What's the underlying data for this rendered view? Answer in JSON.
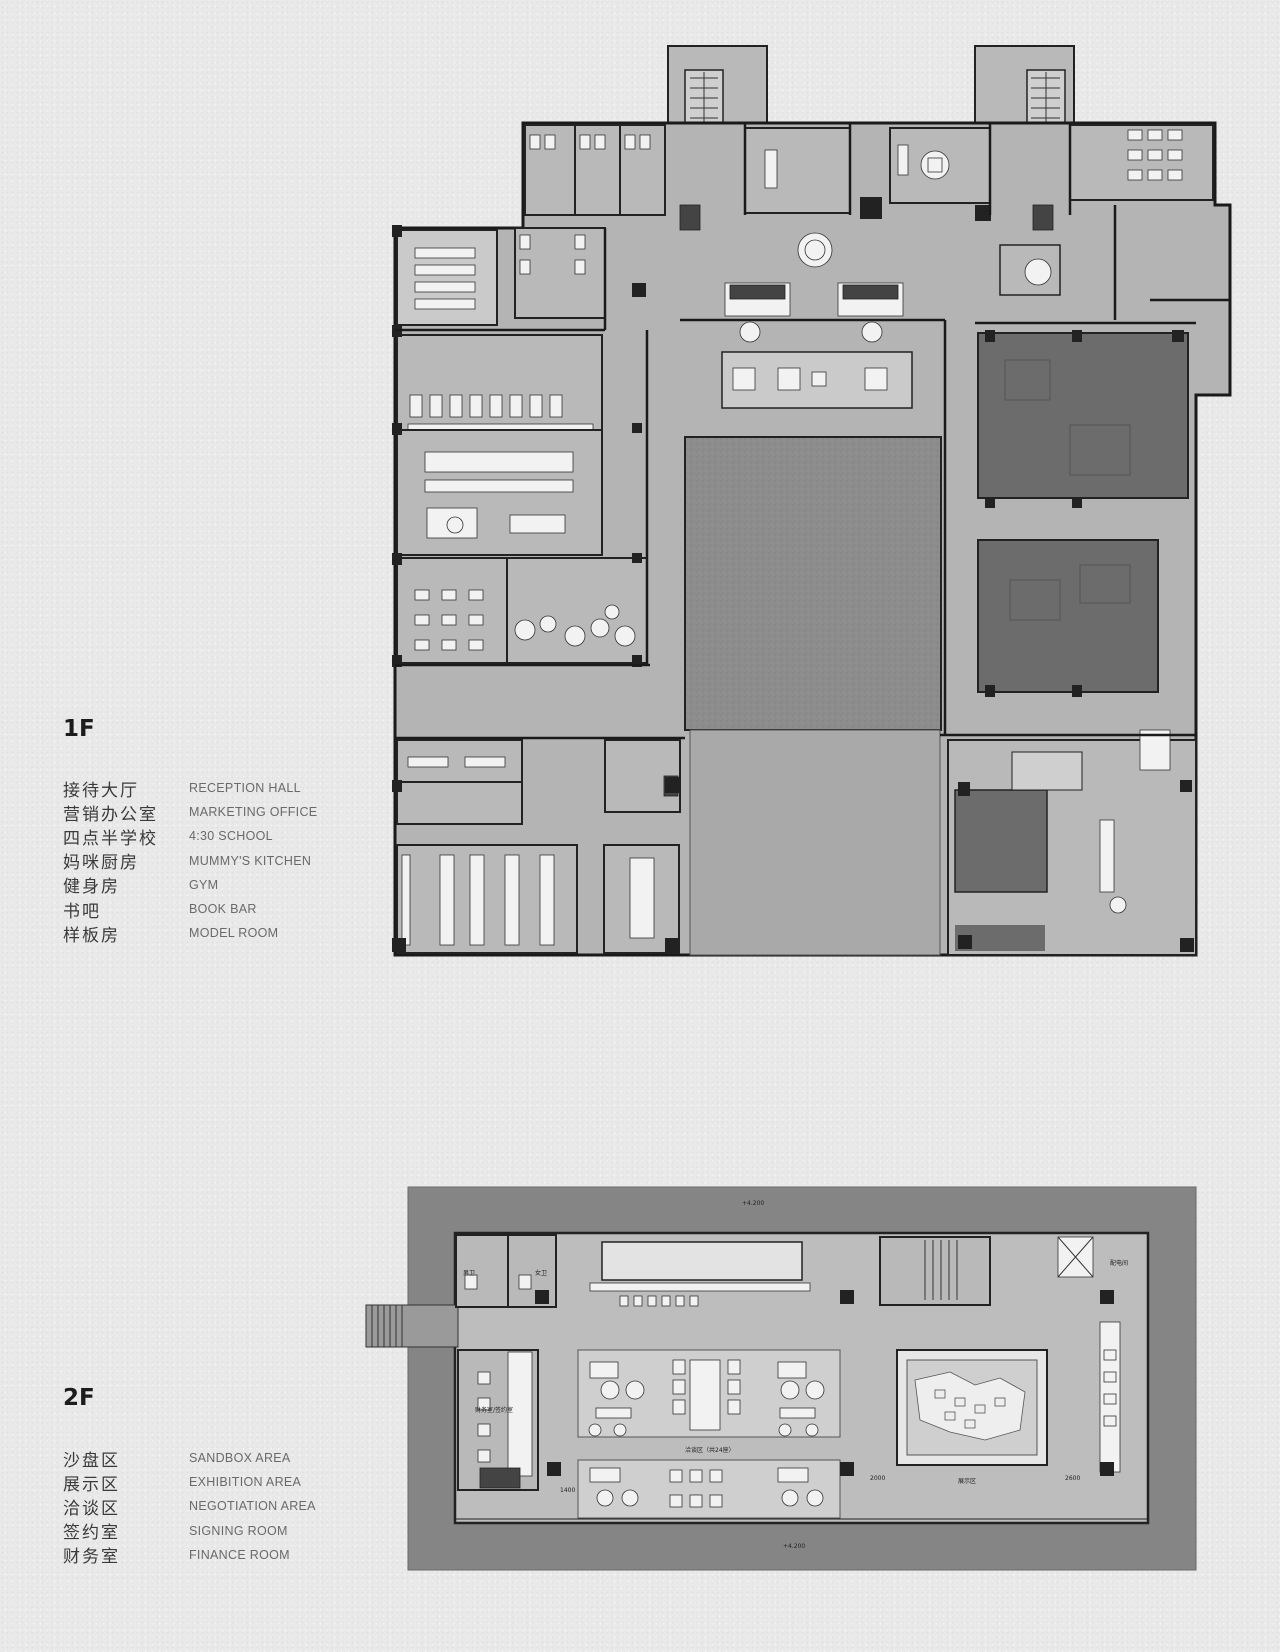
{
  "floor1": {
    "title": "1F",
    "legend": [
      {
        "cn": "接待大厅",
        "en": "RECEPTION HALL"
      },
      {
        "cn": "营销办公室",
        "en": "MARKETING OFFICE"
      },
      {
        "cn": "四点半学校",
        "en": "4:30 SCHOOL"
      },
      {
        "cn": "妈咪厨房",
        "en": "MUMMY'S KITCHEN"
      },
      {
        "cn": "健身房",
        "en": "GYM"
      },
      {
        "cn": "书吧",
        "en": "BOOK BAR"
      },
      {
        "cn": "样板房",
        "en": "MODEL ROOM"
      }
    ]
  },
  "floor2": {
    "title": "2F",
    "legend": [
      {
        "cn": "沙盘区",
        "en": "SANDBOX AREA"
      },
      {
        "cn": "展示区",
        "en": "EXHIBITION AREA"
      },
      {
        "cn": "洽谈区",
        "en": "NEGOTIATION AREA"
      },
      {
        "cn": "签约室",
        "en": "SIGNING ROOM"
      },
      {
        "cn": "财务室",
        "en": "FINANCE ROOM"
      }
    ],
    "plan_labels": {
      "men": "男卫",
      "women": "女卫",
      "finance": "财务室/签约室",
      "negotiation": "洽谈区（共24座）",
      "exhibition": "展示区",
      "distribution": "配电间",
      "dim_a": "1400",
      "dim_b": "2000",
      "dim_c": "2600",
      "level_top": "+4.200",
      "level_bottom": "+4.200"
    }
  },
  "colors": {
    "paper": "#e9e9e9",
    "wall": "#222222",
    "floor_light": "#b9b9b9",
    "floor_dark": "#6c6c6c"
  }
}
